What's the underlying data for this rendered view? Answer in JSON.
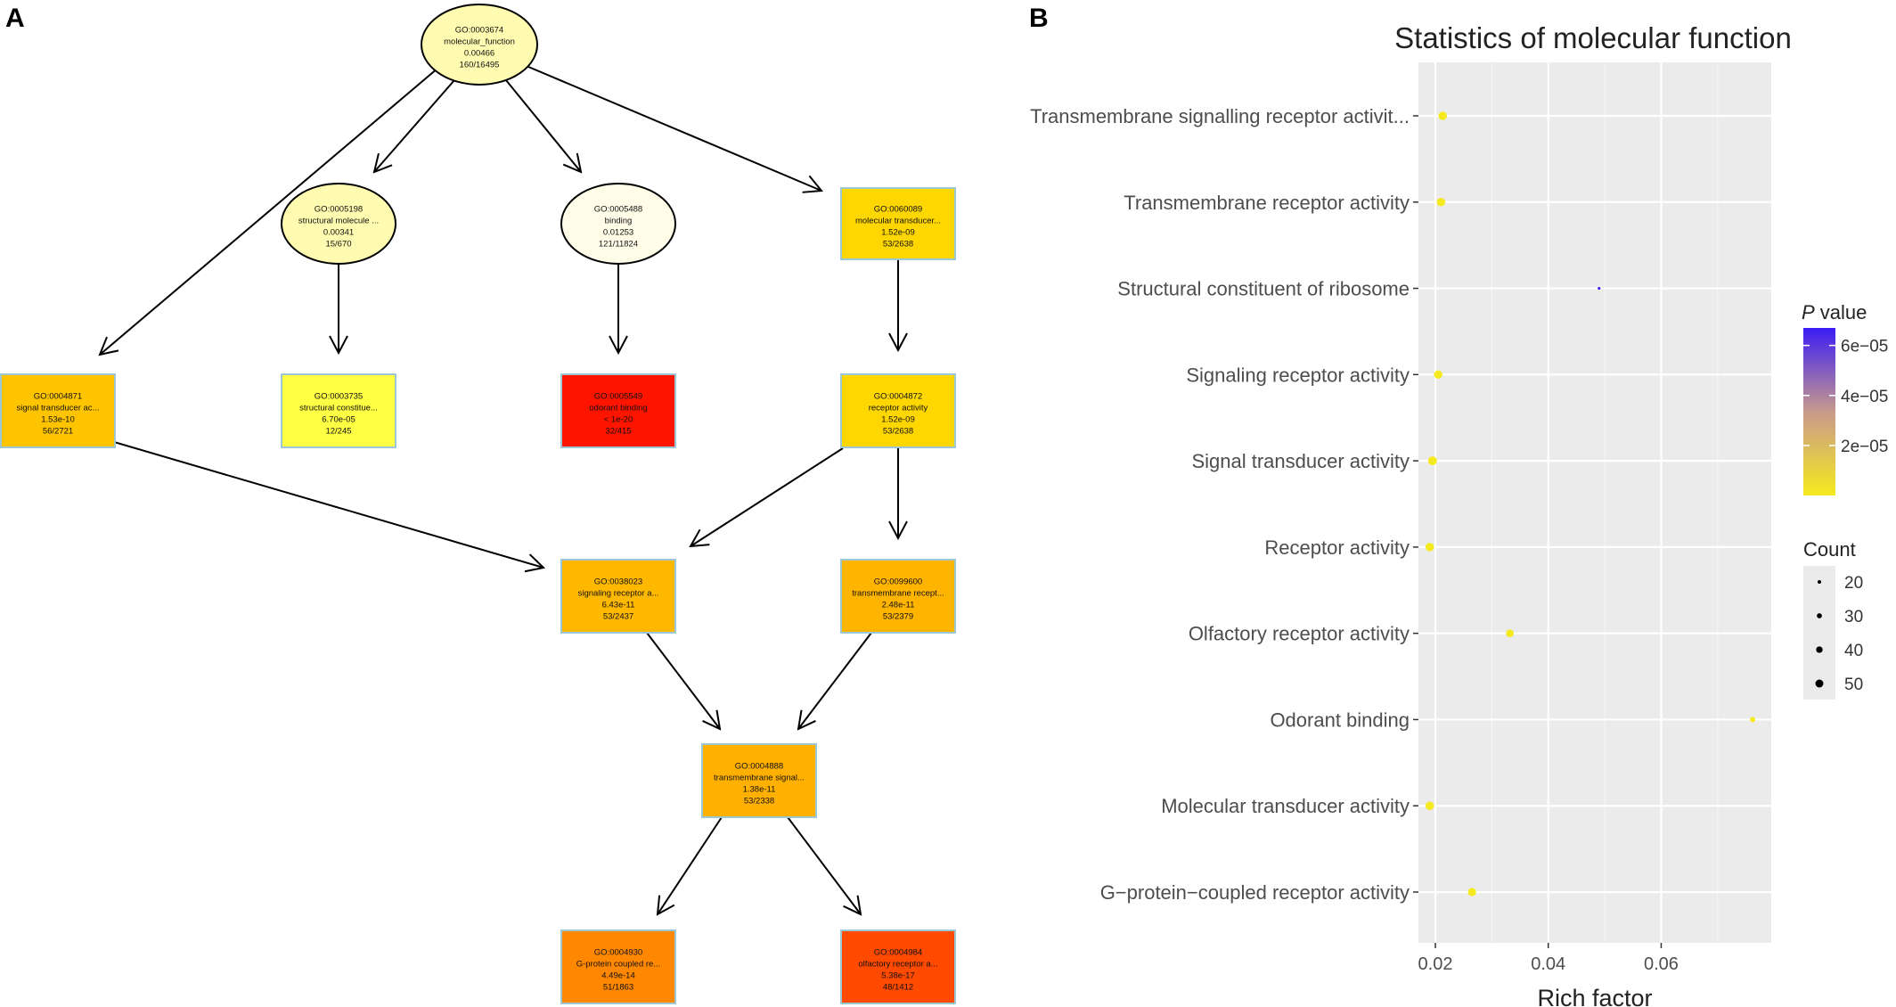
{
  "panel_a_label": "A",
  "panel_b_label": "B",
  "colors": {
    "ellipse_fill": "#fffbb0",
    "binding_fill": "#fffde8",
    "box_border": "#9ec7d6",
    "panel_bg": "#ebebeb",
    "grid": "#ffffff",
    "dot_yellow": "#f5ea1e",
    "dot_blue": "#2a14e8",
    "gradient_low": "#f5ea1e",
    "gradient_mid": "#c89a8c",
    "gradient_high": "#3b1df5"
  },
  "go_graph": {
    "nodes": [
      {
        "id": "GO:0003674",
        "term": "molecular_function",
        "pvalue": "0.00466",
        "count": "160/16495",
        "shape": "ellipse",
        "fill": "#fffbb0"
      },
      {
        "id": "GO:0005198",
        "term": "structural molecule ...",
        "pvalue": "0.00341",
        "count": "15/670",
        "shape": "ellipse",
        "fill": "#fffbb0"
      },
      {
        "id": "GO:0005488",
        "term": "binding",
        "pvalue": "0.01253",
        "count": "121/11824",
        "shape": "ellipse",
        "fill": "#fffde8"
      },
      {
        "id": "GO:0060089",
        "term": "molecular transducer...",
        "pvalue": "1.52e-09",
        "count": "53/2638",
        "shape": "box",
        "fill": "#ffd700"
      },
      {
        "id": "GO:0004871",
        "term": "signal transducer ac...",
        "pvalue": "1.53e-10",
        "count": "56/2721",
        "shape": "box",
        "fill": "#ffc400"
      },
      {
        "id": "GO:0003735",
        "term": "structural constitue...",
        "pvalue": "6.70e-05",
        "count": "12/245",
        "shape": "box",
        "fill": "#ffff44"
      },
      {
        "id": "GO:0005549",
        "term": "odorant binding",
        "pvalue": "< 1e-20",
        "count": "32/415",
        "shape": "box",
        "fill": "#ff1400"
      },
      {
        "id": "GO:0004872",
        "term": "receptor activity",
        "pvalue": "1.52e-09",
        "count": "53/2638",
        "shape": "box",
        "fill": "#ffd700"
      },
      {
        "id": "GO:0038023",
        "term": "signaling receptor a...",
        "pvalue": "6.43e-11",
        "count": "53/2437",
        "shape": "box",
        "fill": "#ffb800"
      },
      {
        "id": "GO:0099600",
        "term": "transmembrane recept...",
        "pvalue": "2.48e-11",
        "count": "53/2379",
        "shape": "box",
        "fill": "#ffb400"
      },
      {
        "id": "GO:0004888",
        "term": "transmembrane signal...",
        "pvalue": "1.38e-11",
        "count": "53/2338",
        "shape": "box",
        "fill": "#ffb000"
      },
      {
        "id": "GO:0004930",
        "term": "G-protein coupled re...",
        "pvalue": "4.49e-14",
        "count": "51/1863",
        "shape": "box",
        "fill": "#ff8800"
      },
      {
        "id": "GO:0004984",
        "term": "olfactory receptor a...",
        "pvalue": "5.38e-17",
        "count": "48/1412",
        "shape": "box",
        "fill": "#ff4a00"
      }
    ],
    "edges": [
      [
        "GO:0003674",
        "GO:0004871"
      ],
      [
        "GO:0003674",
        "GO:0005198"
      ],
      [
        "GO:0003674",
        "GO:0005488"
      ],
      [
        "GO:0003674",
        "GO:0060089"
      ],
      [
        "GO:0005198",
        "GO:0003735"
      ],
      [
        "GO:0005488",
        "GO:0005549"
      ],
      [
        "GO:0060089",
        "GO:0004872"
      ],
      [
        "GO:0004871",
        "GO:0038023"
      ],
      [
        "GO:0004872",
        "GO:0038023"
      ],
      [
        "GO:0004872",
        "GO:0099600"
      ],
      [
        "GO:0038023",
        "GO:0004888"
      ],
      [
        "GO:0099600",
        "GO:0004888"
      ],
      [
        "GO:0004888",
        "GO:0004930"
      ],
      [
        "GO:0004888",
        "GO:0004984"
      ]
    ]
  },
  "chart_data": {
    "type": "scatter",
    "title": "Statistics of molecular function",
    "xlabel": "Rich factor",
    "ylabel": "",
    "xlim": [
      0.017,
      0.0795
    ],
    "xticks": [
      0.02,
      0.04,
      0.06
    ],
    "xtick_labels": [
      "0.02",
      "0.04",
      "0.06"
    ],
    "grid": true,
    "legend_position": "right",
    "categories": [
      "Transmembrane signalling receptor activit...",
      "Transmembrane receptor activity",
      "Structural constituent of ribosome",
      "Signaling receptor activity",
      "Signal transducer activity",
      "Receptor activity",
      "Olfactory receptor activity",
      "Odorant binding",
      "Molecular transducer activity",
      "G−protein−coupled receptor activity"
    ],
    "points": [
      {
        "category": "Transmembrane signalling receptor activit...",
        "rich_factor": 0.0213,
        "count": 53,
        "pvalue": 1.38e-11
      },
      {
        "category": "Transmembrane receptor activity",
        "rich_factor": 0.021,
        "count": 53,
        "pvalue": 2.48e-11
      },
      {
        "category": "Structural constituent of ribosome",
        "rich_factor": 0.049,
        "count": 12,
        "pvalue": 6.7e-05
      },
      {
        "category": "Signaling receptor activity",
        "rich_factor": 0.0205,
        "count": 53,
        "pvalue": 6.43e-11
      },
      {
        "category": "Signal transducer activity",
        "rich_factor": 0.0195,
        "count": 56,
        "pvalue": 1.53e-10
      },
      {
        "category": "Receptor activity",
        "rich_factor": 0.019,
        "count": 53,
        "pvalue": 1.52e-09
      },
      {
        "category": "Olfactory receptor activity",
        "rich_factor": 0.0332,
        "count": 48,
        "pvalue": 5.38e-17
      },
      {
        "category": "Odorant binding",
        "rich_factor": 0.0762,
        "count": 32,
        "pvalue": 1e-20
      },
      {
        "category": "Molecular transducer activity",
        "rich_factor": 0.019,
        "count": 53,
        "pvalue": 1.52e-09
      },
      {
        "category": "G−protein−coupled receptor activity",
        "rich_factor": 0.0265,
        "count": 51,
        "pvalue": 4.49e-14
      }
    ],
    "color_legend": {
      "title_italic": "P",
      "title_rest": " value",
      "tick_labels": [
        "6e−05",
        "4e−05",
        "2e−05"
      ],
      "tick_values": [
        6e-05,
        4e-05,
        2e-05
      ],
      "range": [
        0,
        6.7e-05
      ]
    },
    "size_legend": {
      "title": "Count",
      "labels": [
        "20",
        "30",
        "40",
        "50"
      ],
      "values": [
        20,
        30,
        40,
        50
      ]
    }
  }
}
